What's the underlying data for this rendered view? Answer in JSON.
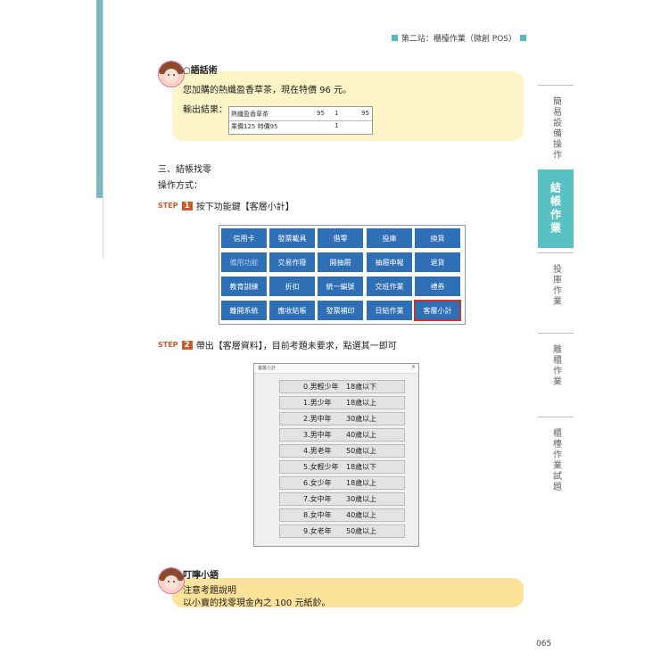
{
  "header": {
    "title": "第二站：櫃檯作業（微創 POS）"
  },
  "tabs": [
    {
      "label": "簡易設備操作",
      "active": false
    },
    {
      "label": "結帳作業",
      "active": true
    },
    {
      "label": "投庫作業",
      "active": false
    },
    {
      "label": "離櫃作業",
      "active": false
    },
    {
      "label": "櫃檯作業試題",
      "active": false
    }
  ],
  "bubble1": {
    "speaker": "○語話術",
    "text": "您加購的熱纖盈香草茶，現在特價 96 元。",
    "output_label": "輸出結果：",
    "output_rows": [
      {
        "name": "熱纖盈香草茶",
        "price": "95",
        "qty": "1",
        "total": "95"
      },
      {
        "name": "乘價125 特價95",
        "price": "",
        "qty": "1",
        "total": ""
      }
    ]
  },
  "section": {
    "heading": "三、結帳找零",
    "method_label": "操作方式："
  },
  "step1": {
    "badge": "STEP",
    "num": "1",
    "text": "按下功能鍵【客層小計】"
  },
  "keypad": [
    [
      "信用卡",
      "發票載具",
      "借零",
      "投庫",
      "換貨"
    ],
    [
      "備用功能",
      "交易作廢",
      "開抽屜",
      "抽屜申報",
      "退貨"
    ],
    [
      "教育訓練",
      "折扣",
      "統一編號",
      "交班作業",
      "禮券"
    ],
    [
      "離開系統",
      "應收結帳",
      "發票補印",
      "日結作業",
      "客層小計"
    ]
  ],
  "step2": {
    "badge": "STEP",
    "num": "2",
    "text": "帶出【客層資料】，目前考題未要求，點選其一即可"
  },
  "dialog": {
    "title": "客層小計",
    "close": "×",
    "options": [
      {
        "name": "0.男輕少年",
        "age": "18歲以下"
      },
      {
        "name": "1.男少年",
        "age": "18歲以上"
      },
      {
        "name": "2.男中年",
        "age": "30歲以上"
      },
      {
        "name": "3.男中年",
        "age": "40歲以上"
      },
      {
        "name": "4.男老年",
        "age": "50歲以上"
      },
      {
        "name": "5.女輕少年",
        "age": "18歲以下"
      },
      {
        "name": "6.女少年",
        "age": "18歲以上"
      },
      {
        "name": "7.女中年",
        "age": "30歲以上"
      },
      {
        "name": "8.女中年",
        "age": "40歲以上"
      },
      {
        "name": "9.女老年",
        "age": "50歲以上"
      }
    ]
  },
  "bubble2": {
    "speaker": "叮嚀小語",
    "line1": "注意考題說明",
    "line2": "以小賣的找零現金內之 100 元紙鈔。"
  },
  "footer": {
    "page": "065"
  },
  "colors": {
    "tab_active": "#59c1c4",
    "key_blue": "#2f6fb5",
    "step_orange": "#c85b2b",
    "bubble_yellow": "#fdf5c8",
    "bubble2_yellow": "#fde29a"
  }
}
